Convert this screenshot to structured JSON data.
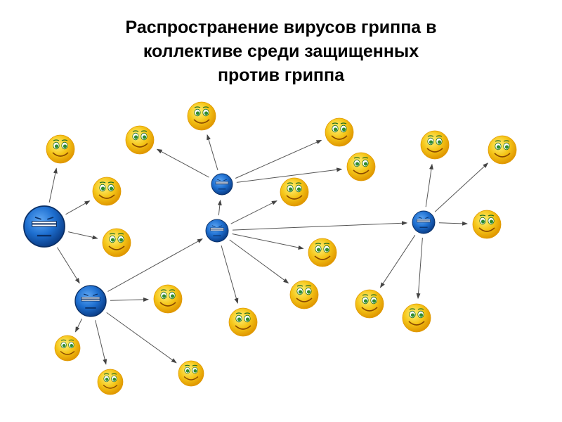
{
  "title_lines": [
    "Распространение вирусов гриппа в",
    "коллективе среди защищенных",
    "против гриппа"
  ],
  "colors": {
    "healthy_face": "#f5c518",
    "healthy_face_dark": "#e09800",
    "healthy_eyes": "#2e8b2e",
    "infected_face": "#1e6fd0",
    "infected_face_dark": "#0b3f8a",
    "arrow": "#555555"
  },
  "legend_semantics": {
    "yellow_smiley": "protected-healthy-person",
    "blue_face": "infected-person"
  }
}
